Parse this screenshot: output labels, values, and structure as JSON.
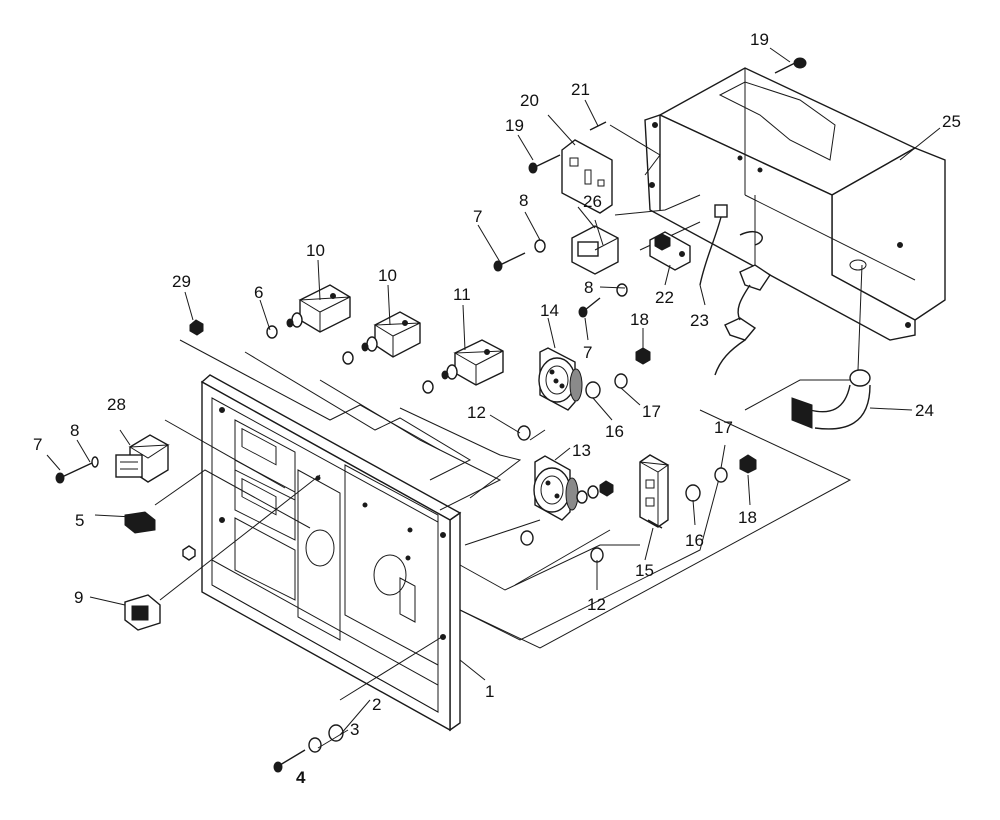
{
  "diagram": {
    "callouts": [
      {
        "id": "c1",
        "text": "1"
      },
      {
        "id": "c2",
        "text": "2"
      },
      {
        "id": "c3",
        "text": "3"
      },
      {
        "id": "c4",
        "text": "4"
      },
      {
        "id": "c5",
        "text": "5"
      },
      {
        "id": "c6",
        "text": "6"
      },
      {
        "id": "c7a",
        "text": "7"
      },
      {
        "id": "c7b",
        "text": "7"
      },
      {
        "id": "c7c",
        "text": "7"
      },
      {
        "id": "c8a",
        "text": "8"
      },
      {
        "id": "c8b",
        "text": "8"
      },
      {
        "id": "c8c",
        "text": "8"
      },
      {
        "id": "c9",
        "text": "9"
      },
      {
        "id": "c10a",
        "text": "10"
      },
      {
        "id": "c10b",
        "text": "10"
      },
      {
        "id": "c11",
        "text": "11"
      },
      {
        "id": "c12a",
        "text": "12"
      },
      {
        "id": "c12b",
        "text": "12"
      },
      {
        "id": "c13",
        "text": "13"
      },
      {
        "id": "c14",
        "text": "14"
      },
      {
        "id": "c15",
        "text": "15"
      },
      {
        "id": "c16a",
        "text": "16"
      },
      {
        "id": "c16b",
        "text": "16"
      },
      {
        "id": "c17a",
        "text": "17"
      },
      {
        "id": "c17b",
        "text": "17"
      },
      {
        "id": "c18a",
        "text": "18"
      },
      {
        "id": "c18b",
        "text": "18"
      },
      {
        "id": "c19a",
        "text": "19"
      },
      {
        "id": "c19b",
        "text": "19"
      },
      {
        "id": "c20",
        "text": "20"
      },
      {
        "id": "c21",
        "text": "21"
      },
      {
        "id": "c22",
        "text": "22"
      },
      {
        "id": "c23",
        "text": "23"
      },
      {
        "id": "c24",
        "text": "24"
      },
      {
        "id": "c25",
        "text": "25"
      },
      {
        "id": "c26",
        "text": "26"
      },
      {
        "id": "c28",
        "text": "28"
      },
      {
        "id": "c29",
        "text": "29"
      }
    ]
  }
}
